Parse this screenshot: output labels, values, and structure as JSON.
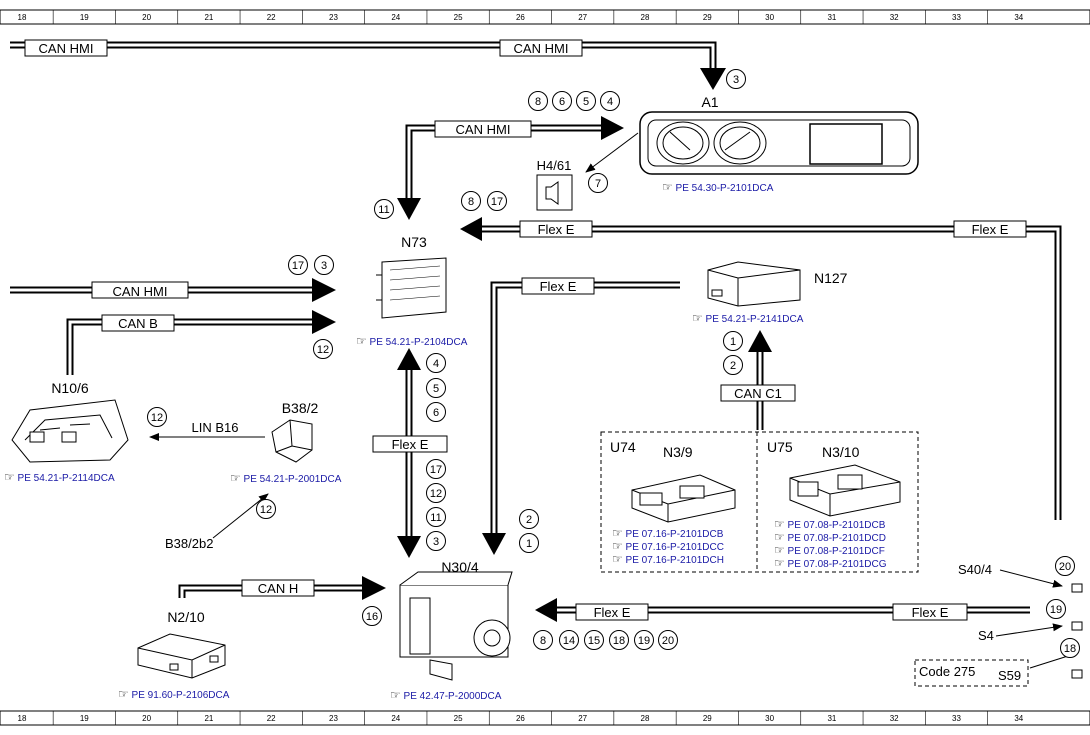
{
  "grid": {
    "columns": [
      "18",
      "19",
      "20",
      "21",
      "22",
      "23",
      "24",
      "25",
      "26",
      "27",
      "28",
      "29",
      "30",
      "31",
      "32",
      "33",
      "34"
    ]
  },
  "colors": {
    "line": "#000000",
    "reference_link": "#1a1aa6",
    "background": "#ffffff"
  },
  "connections": {
    "can_hmi_top_left": "CAN HMI",
    "can_hmi_top_right": "CAN HMI",
    "can_hmi_to_a1": "CAN HMI",
    "flex_e_n73": "Flex E",
    "flex_e_right": "Flex E",
    "flex_e_down": "Flex E",
    "can_hmi_left": "CAN HMI",
    "can_b": "CAN B",
    "lin_b16": "LIN B16",
    "flex_e_vertical": "Flex E",
    "can_c1": "CAN C1",
    "can_h": "CAN H",
    "flex_e_bottom_left": "Flex E",
    "flex_e_bottom_right": "Flex E"
  },
  "components": {
    "a1": {
      "label": "A1",
      "ref": "PE 54.30-P-2101DCA"
    },
    "h4_61": {
      "label": "H4/61"
    },
    "n73": {
      "label": "N73",
      "ref": "PE 54.21-P-2104DCA"
    },
    "n127": {
      "label": "N127",
      "ref": "PE 54.21-P-2141DCA"
    },
    "n10_6": {
      "label": "N10/6",
      "ref": "PE 54.21-P-2114DCA"
    },
    "b38_2": {
      "label": "B38/2",
      "ref": "PE 54.21-P-2001DCA"
    },
    "b38_2b2": {
      "label": "B38/2b2"
    },
    "u74": {
      "label": "U74",
      "unit": "N3/9",
      "refs": [
        "PE 07.16-P-2101DCB",
        "PE 07.16-P-2101DCC",
        "PE 07.16-P-2101DCH"
      ]
    },
    "u75": {
      "label": "U75",
      "unit": "N3/10",
      "refs": [
        "PE 07.08-P-2101DCB",
        "PE 07.08-P-2101DCD",
        "PE 07.08-P-2101DCF",
        "PE 07.08-P-2101DCG"
      ]
    },
    "n30_4": {
      "label": "N30/4",
      "ref": "PE 42.47-P-2000DCA"
    },
    "n2_10": {
      "label": "N2/10",
      "ref": "PE 91.60-P-2106DCA"
    },
    "s40_4": {
      "label": "S40/4"
    },
    "s4": {
      "label": "S4"
    },
    "s59": {
      "label": "S59"
    },
    "code_275": {
      "label": "Code 275"
    }
  },
  "callouts": {
    "c_3_a1": "3",
    "a1_row": [
      "8",
      "6",
      "5",
      "4"
    ],
    "c_7": "7",
    "c_11": "11",
    "flex_top_row": [
      "8",
      "17"
    ],
    "n73_top_row": [
      "17",
      "3"
    ],
    "c_12_n73": "12",
    "c_12_n10": "12",
    "c_12_b38": "12",
    "mid_column_up": [
      "4",
      "5",
      "6"
    ],
    "mid_column_down": [
      "17",
      "12",
      "11",
      "3"
    ],
    "flex_down_col": [
      "2",
      "1"
    ],
    "can_c1_col": [
      "1",
      "2"
    ],
    "c_16": "16",
    "n30_bottom_row": [
      "8",
      "14",
      "15",
      "18",
      "19",
      "20"
    ],
    "c_20": "20",
    "c_19": "19",
    "c_18": "18"
  }
}
